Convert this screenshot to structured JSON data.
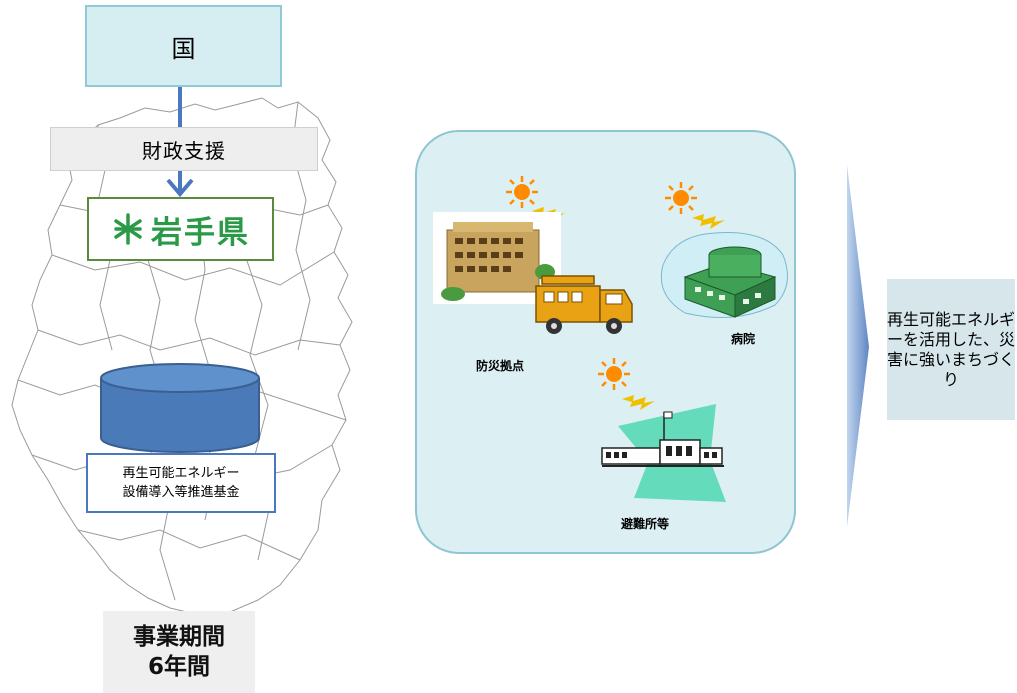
{
  "nodes": {
    "kuni": "国",
    "zaisei": "財政支援",
    "iwate": "岩手県",
    "fund_line1": "再生可能エネルギー",
    "fund_line2": "設備導入等推進基金",
    "period_line1": "事業期間",
    "period_line2": "6年間"
  },
  "facilities": {
    "bousai": "防災拠点",
    "byouin": "病院",
    "hinanjo": "避難所等"
  },
  "result": {
    "text": "再生可能エネルギーを活用した、災害に強いまちづくり"
  },
  "colors": {
    "arrow": "#4a78c0",
    "iwate_green": "#2a9a47",
    "panel_bg": "#dcf0f4",
    "sun": "#ff8c00",
    "lightning": "#f0c000"
  }
}
